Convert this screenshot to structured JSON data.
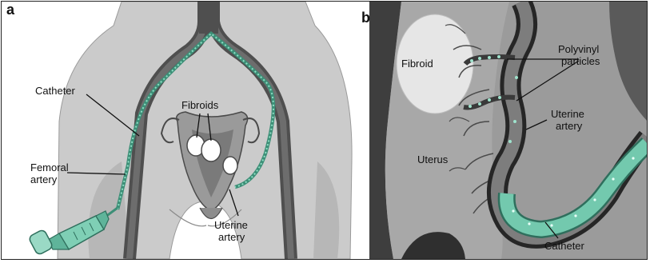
{
  "panel_a": {
    "letter": "a",
    "labels": {
      "catheter": "Catheter",
      "fibroids": "Fibroids",
      "femoral_artery_line1": "Femoral",
      "femoral_artery_line2": "artery",
      "uterine_artery_line1": "Uterine",
      "uterine_artery_line2": "artery"
    }
  },
  "panel_b": {
    "letter": "b",
    "labels": {
      "fibroid": "Fibroid",
      "polyvinyl_line1": "Polyvinyl",
      "polyvinyl_line2": "particles",
      "uterine_artery_line1": "Uterine",
      "uterine_artery_line2": "artery",
      "uterus": "Uterus",
      "catheter": "Catheter"
    }
  },
  "colors": {
    "skin": "#c9c9c9",
    "skin_dark": "#8f8f8f",
    "vessel": "#5a5a5a",
    "catheter": "#7fcfb5",
    "catheter_dark": "#3d8f77",
    "background_b": "#9a9a9a"
  }
}
